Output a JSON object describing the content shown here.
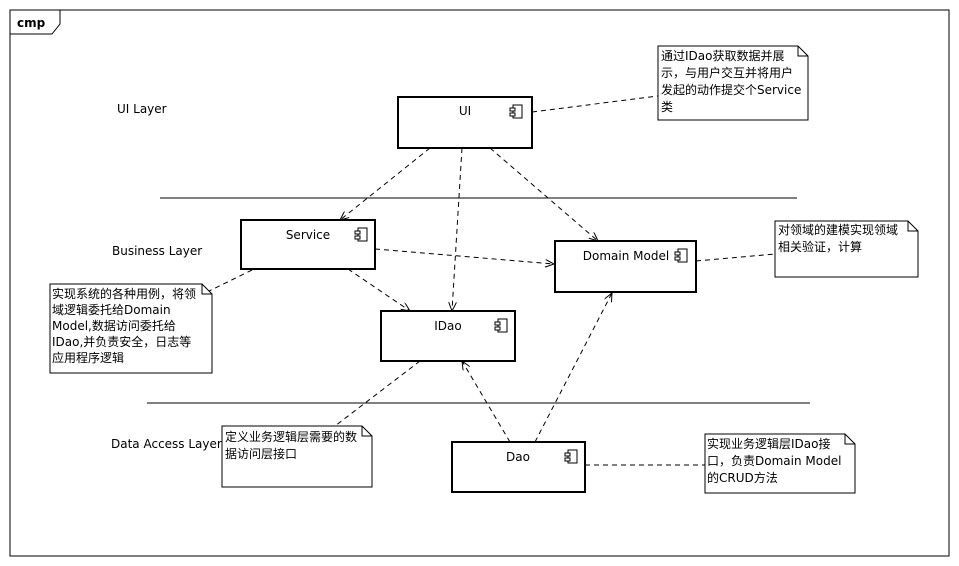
{
  "frame": {
    "label": "cmp"
  },
  "layers": [
    {
      "id": "ui",
      "label": "UI Layer"
    },
    {
      "id": "business",
      "label": "Business Layer"
    },
    {
      "id": "data",
      "label": "Data Access Layer"
    }
  ],
  "components": [
    {
      "id": "ui",
      "name": "UI"
    },
    {
      "id": "service",
      "name": "Service"
    },
    {
      "id": "domain",
      "name": "Domain Model"
    },
    {
      "id": "idao",
      "name": "IDao"
    },
    {
      "id": "dao",
      "name": "Dao"
    }
  ],
  "notes": [
    {
      "id": "ui-note",
      "lines": [
        "通过IDao获取数据并展",
        "示，与用户交互并将用户",
        "发起的动作提交个Service",
        "类"
      ]
    },
    {
      "id": "domain-note",
      "lines": [
        "对领域的建模实现领域",
        "相关验证，计算"
      ]
    },
    {
      "id": "service-note",
      "lines": [
        "实现系统的各种用例，将领",
        "域逻辑委托给Domain",
        "Model,数据访问委托给",
        "IDao,并负责安全，日志等",
        "应用程序逻辑"
      ]
    },
    {
      "id": "idao-note",
      "lines": [
        "定义业务逻辑层需要的数",
        "据访问层接口"
      ]
    },
    {
      "id": "dao-note",
      "lines": [
        "实现业务逻辑层IDao接",
        "口，负责Domain Model",
        "的CRUD方法"
      ]
    }
  ]
}
